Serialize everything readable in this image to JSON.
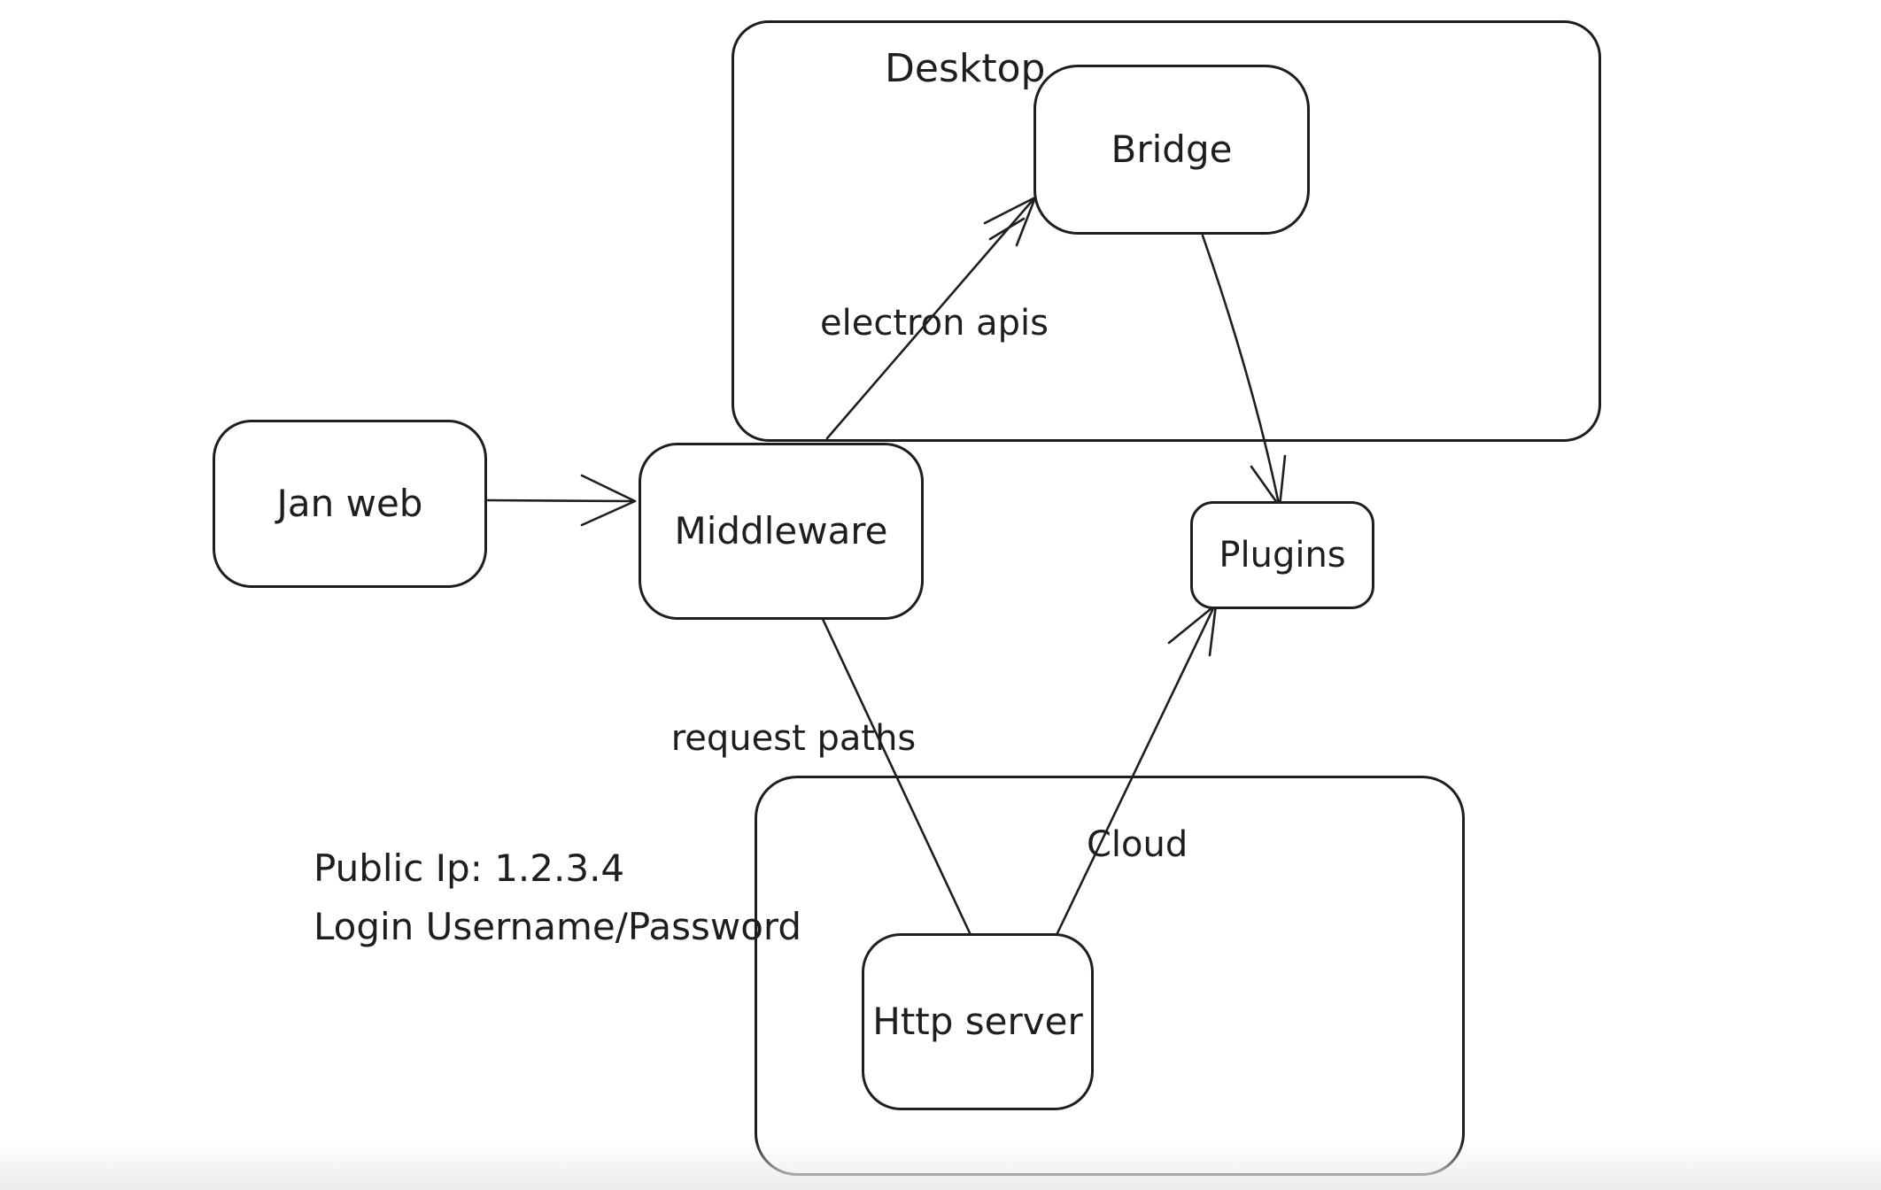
{
  "diagram": {
    "containers": [
      {
        "id": "desktop",
        "label": "Desktop"
      },
      {
        "id": "cloud",
        "label": "Cloud"
      }
    ],
    "nodes": [
      {
        "id": "jan-web",
        "label": "Jan web"
      },
      {
        "id": "middleware",
        "label": "Middleware"
      },
      {
        "id": "bridge",
        "label": "Bridge"
      },
      {
        "id": "plugins",
        "label": "Plugins"
      },
      {
        "id": "http-server",
        "label": "Http server"
      }
    ],
    "edge_labels": [
      {
        "id": "electron-apis",
        "label": "electron apis"
      },
      {
        "id": "request-paths",
        "label": "request paths"
      }
    ],
    "annotations": [
      {
        "id": "public-ip",
        "text": "Public Ip: 1.2.3.4"
      },
      {
        "id": "login",
        "text": "Login Username/Password"
      }
    ],
    "edges": [
      {
        "from": "jan-web",
        "to": "middleware",
        "arrowhead": "open"
      },
      {
        "from": "middleware",
        "to": "bridge",
        "label": "electron apis",
        "arrowhead": "open"
      },
      {
        "from": "bridge",
        "to": "plugins",
        "arrowhead": "open"
      },
      {
        "from": "middleware",
        "to": "http-server",
        "label": "request paths",
        "arrowhead": "none"
      },
      {
        "from": "http-server",
        "to": "plugins",
        "arrowhead": "open"
      }
    ],
    "colors": {
      "stroke": "#1e1e1e",
      "background": "#ffffff",
      "bottom_fade": "#ececec"
    }
  }
}
